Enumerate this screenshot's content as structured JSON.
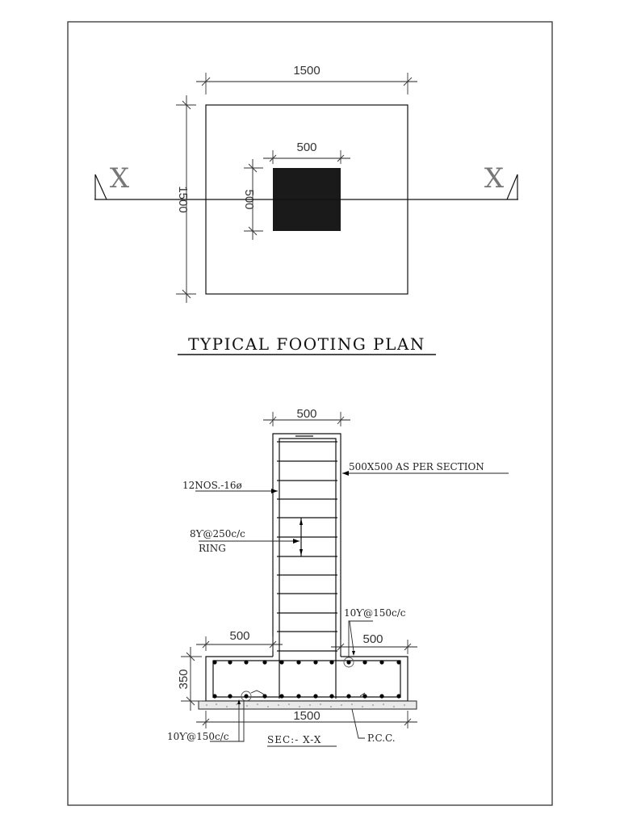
{
  "sheet": {
    "border_color": "#333333",
    "background": "#ffffff"
  },
  "plan": {
    "title": "TYPICAL FOOTING PLAN",
    "footing_width_dim": "1500",
    "footing_length_dim": "1500",
    "column_width_dim": "500",
    "column_length_dim": "500",
    "section_mark_left": "X",
    "section_mark_right": "X",
    "column_fill": "#1a1a1a"
  },
  "section": {
    "title": "SEC:-  X-X",
    "column_width_dim": "500",
    "column_note": "500X500 AS PER SECTION",
    "main_bars_note": "12NOS.-16ø",
    "ring_note_line1": "8Ƴ@250c/c",
    "ring_note_line2": "RING",
    "top_bar_note": "10Ƴ@150c/c",
    "bottom_bar_note": "10Ƴ@150c/c",
    "left_projection_dim": "500",
    "right_projection_dim": "500",
    "footing_depth_dim": "350",
    "footing_width_dim": "1500",
    "pcc_note": "P.C.C."
  }
}
